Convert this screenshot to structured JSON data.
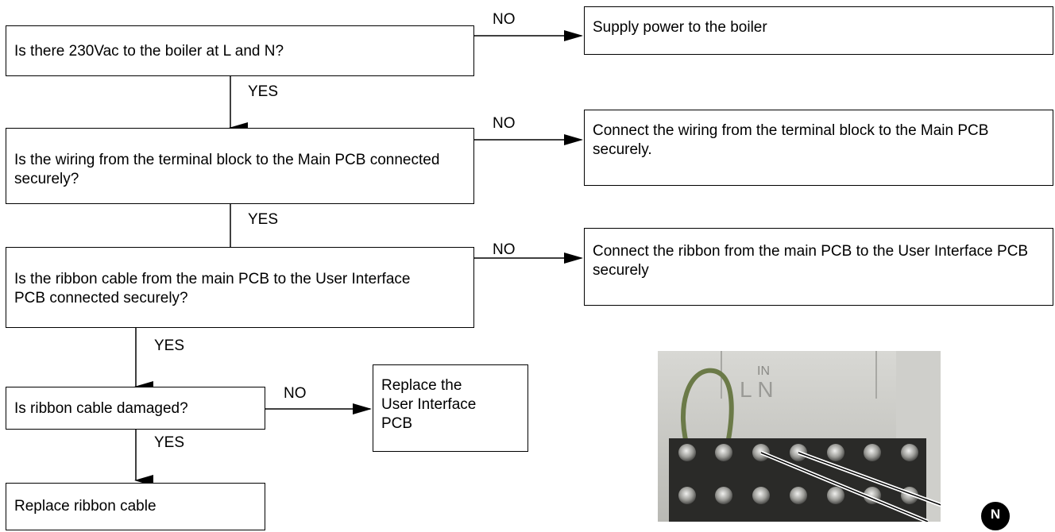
{
  "questions": {
    "q1": "Is there 230Vac to the boiler at L and N?",
    "q2": "Is the wiring from the terminal block to the Main PCB connected securely?",
    "q3": "Is the ribbon cable from the main PCB to the User Interface PCB connected securely?",
    "q4": "Is ribbon cable damaged?"
  },
  "actions": {
    "a1": "Supply power to the boiler",
    "a2": "Connect the wiring from the terminal block to the Main PCB securely.",
    "a3": "Connect the ribbon from the main PCB to the User Interface PCB securely",
    "a4": "Replace the User Interface PCB",
    "a5": "Replace ribbon cable"
  },
  "branch_labels": {
    "yes": "YES",
    "no": "NO"
  },
  "photo": {
    "terminal_text": "L  N",
    "terminal_header": "IN",
    "callout": "N"
  },
  "colors": {
    "line": "#000000",
    "box_border": "#000000",
    "callout_fill": "#000000",
    "callout_text": "#ffffff"
  }
}
